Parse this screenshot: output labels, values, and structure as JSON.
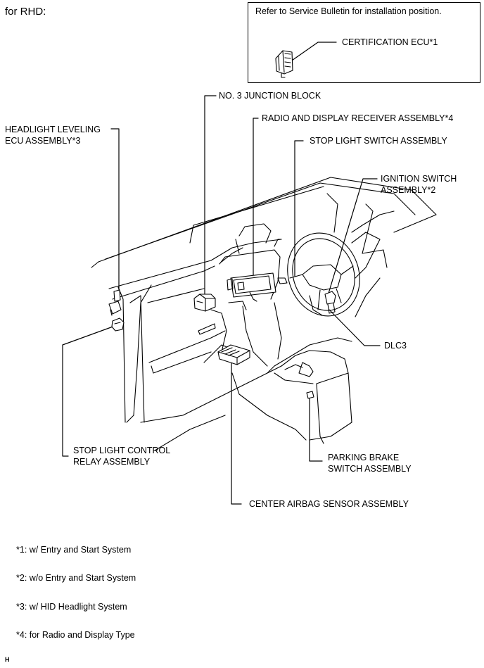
{
  "header": {
    "title": "for RHD:"
  },
  "callout": {
    "text": "Refer to Service Bulletin for installation position."
  },
  "labels": {
    "certification_ecu": "CERTIFICATION ECU*1",
    "junction_block": "NO. 3 JUNCTION BLOCK",
    "radio_receiver": "RADIO AND DISPLAY RECEIVER ASSEMBLY*4",
    "stop_light_switch": "STOP LIGHT SWITCH ASSEMBLY",
    "ignition_switch_1": "IGNITION SWITCH",
    "ignition_switch_2": "ASSEMBLY*2",
    "headlight_ecu_1": "HEADLIGHT LEVELING",
    "headlight_ecu_2": "ECU ASSEMBLY*3",
    "dlc3": "DLC3",
    "stop_light_relay_1": "STOP LIGHT CONTROL",
    "stop_light_relay_2": "RELAY ASSEMBLY",
    "parking_brake_1": "PARKING BRAKE",
    "parking_brake_2": "SWITCH ASSEMBLY",
    "center_airbag": "CENTER AIRBAG SENSOR ASSEMBLY"
  },
  "footnotes": [
    "*1: w/ Entry and Start System",
    "*2: w/o Entry and Start System",
    "*3: w/ HID Headlight System",
    "*4: for Radio and Display Type"
  ],
  "corner_mark": "H"
}
